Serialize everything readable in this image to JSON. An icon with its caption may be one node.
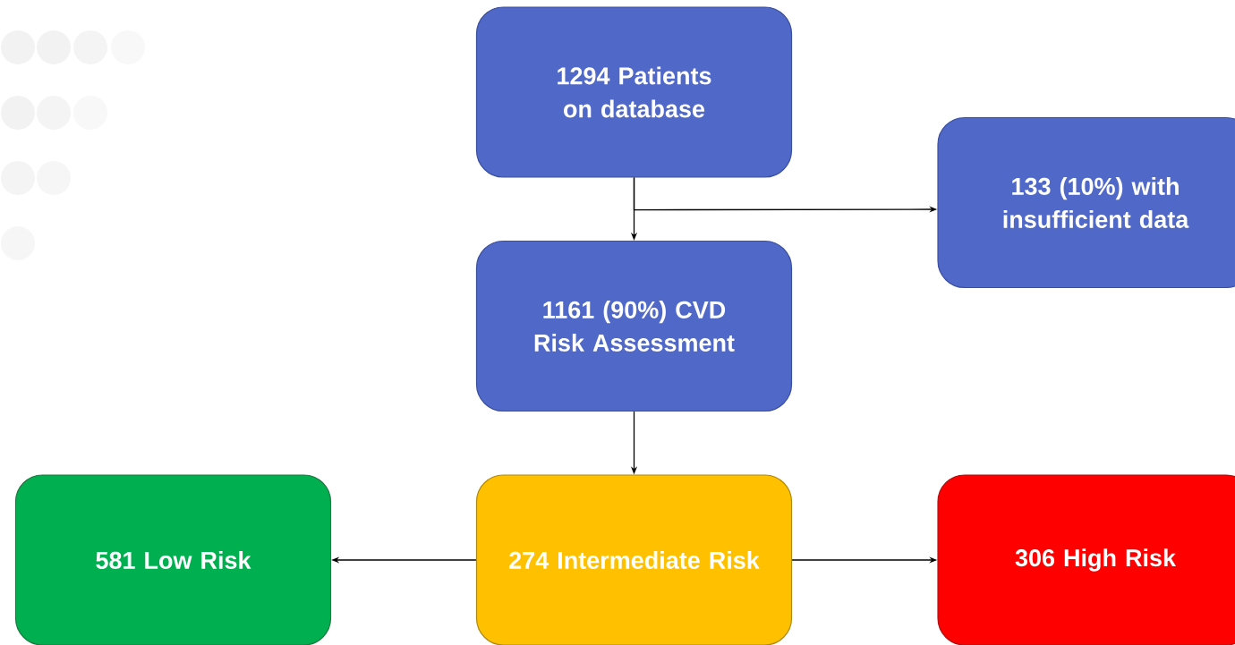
{
  "diagram": {
    "nodes": [
      {
        "text": [
          "1294 Patients on database"
        ]
      },
      {
        "text": [
          "133 (10%) with insufficient data"
        ]
      },
      {
        "text": [
          "1161 (90%) CVD Risk Assessment"
        ]
      },
      {
        "text": [
          "274 Intermediate Risk"
        ]
      },
      {
        "text": [
          "581 Low Risk"
        ]
      },
      {
        "text": [
          "306 High Risk"
        ]
      }
    ],
    "edges": [
      {
        "from": 0,
        "to": 2,
        "arrow": "to"
      },
      {
        "from": 0,
        "to": 1,
        "arrow": "to"
      },
      {
        "from": 2,
        "to": 3,
        "arrow": "to"
      },
      {
        "from": 3,
        "to": 4,
        "arrow": "to"
      },
      {
        "from": 3,
        "to": 5,
        "arrow": "to"
      }
    ]
  }
}
